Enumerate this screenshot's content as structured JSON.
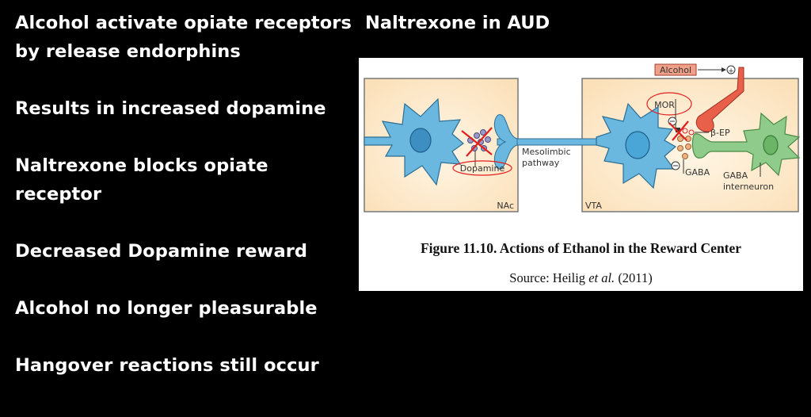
{
  "bullets": [
    "Alcohol activate opiate receptors by release endorphins",
    "Results in increased dopamine",
    "Naltrexone blocks opiate receptor",
    "Decreased Dopamine reward",
    "Alcohol no longer pleasurable",
    "Hangover reactions still occur"
  ],
  "title": "Naltrexone in AUD",
  "figure": {
    "labels": {
      "dopamine": "Dopamine",
      "mesolimbic_line1": "Mesolimbic",
      "mesolimbic_line2": "pathway",
      "nac": "NAc",
      "vta": "VTA",
      "alcohol": "Alcohol",
      "mor": "MOR",
      "beta_ep": "β-EP",
      "gaba": "GABA",
      "gaba_interneuron_line1": "GABA",
      "gaba_interneuron_line2": "interneuron",
      "plus": "+",
      "minus": "−"
    },
    "caption": "Figure 11.10. Actions of Ethanol in the Reward Center",
    "source_prefix": "Source:  Heilig ",
    "source_italic": "et al.",
    "source_suffix": " (2011)"
  },
  "colors": {
    "background": "#000000",
    "box_fill": "#fde8c8",
    "neuron_blue": "#6ab7e0",
    "neuron_green": "#8fcb8a",
    "alcohol_neuron": "#e8604a",
    "annotation_red": "#e02020"
  }
}
